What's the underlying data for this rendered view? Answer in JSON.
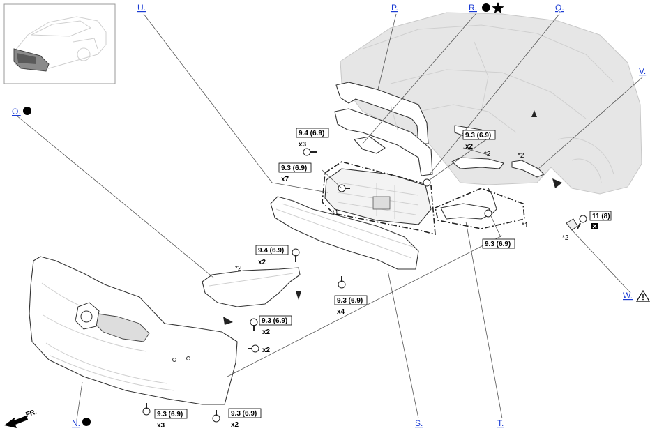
{
  "callouts": {
    "U": "U.",
    "P": "P.",
    "R": "R.",
    "Q": "Q.",
    "V": "V.",
    "O": "O.",
    "W": "W.",
    "N": "N.",
    "S": "S.",
    "T": "T."
  },
  "torques": {
    "t1": "9.4 (6.9)",
    "t2": "9.3 (6.9)",
    "t3": "9.3 (6.9)",
    "t4": "11 (8)",
    "t5": "9.3 (6.9)",
    "t6": "9.4 (6.9)",
    "t7": "9.3 (6.9)",
    "t8": "9.3 (6.9)",
    "t9": "9.3 (6.9)",
    "t10": "9.3 (6.9)"
  },
  "quantities": {
    "q1": "x3",
    "q2": "x7",
    "q3": "x2",
    "q4": "x2",
    "q5": "x2",
    "q6": "x4",
    "q7": "x2",
    "q8": "x3",
    "q9": "x2"
  },
  "notes": {
    "star1": "*1",
    "star2": "*2"
  },
  "direction_label": "FR.",
  "icons": {
    "filled_circle": "filled-circle-icon",
    "star": "star-icon",
    "warning": "warning-triangle-icon",
    "no_reuse": "x-box-icon"
  }
}
